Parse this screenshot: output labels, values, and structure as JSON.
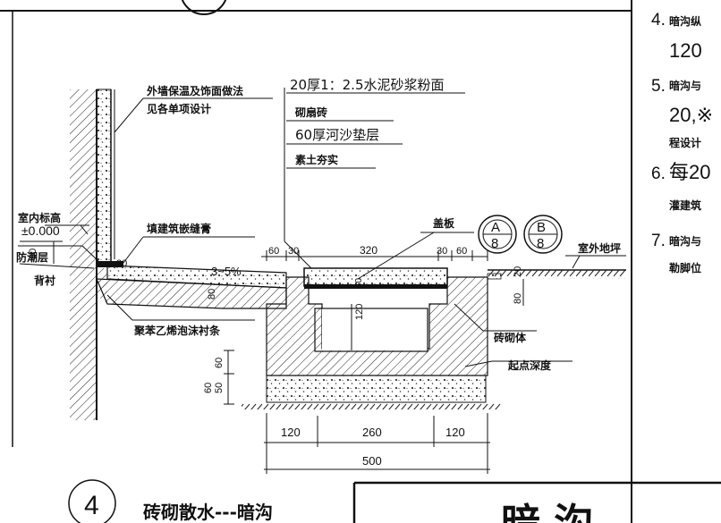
{
  "drawing": {
    "wall_label_1": "外墙保温及饰面做法",
    "wall_label_2": "见各单项设计",
    "floor_level_label": "室内标高",
    "floor_level_value": "±0.000",
    "dim_60_left": "60",
    "dpc_label": "防潮层",
    "backer_label": "背衬",
    "sealant_label": "填建筑嵌缝膏",
    "dim_20_small": "20",
    "slope_label": "3~5%",
    "foam_strip_label": "聚苯乙烯泡沫衬条",
    "dim_80_slab": "80",
    "layers": [
      "20厚1：2.5水泥砂浆粉面",
      "砌扇砖",
      "60厚河沙垫层",
      "素土夯实"
    ],
    "cover_label": "盖板",
    "detail_a_top": "A",
    "detail_a_bottom": "8",
    "detail_b_top": "B",
    "detail_b_bottom": "8",
    "outdoor_label": "室外地坪",
    "top_dims": [
      "60",
      "30",
      "320",
      "30",
      "60"
    ],
    "dim_50_cover": "50",
    "dim_120_inner": "120",
    "dim_80_right": "80",
    "dim_20_right": "20",
    "masonry_label": "砖砌体",
    "start_depth_label": "起点深度",
    "left_dims_vertical": [
      "50",
      "60",
      "60"
    ],
    "bottom_dims": [
      "120",
      "260",
      "120"
    ],
    "bottom_total": "500",
    "detail_number": "4",
    "detail_title": "砖砌散水---暗沟",
    "big_title": "暗  沟"
  },
  "notes": [
    {
      "num": "4.",
      "line1": "暗沟纵",
      "line2": "120"
    },
    {
      "num": "5.",
      "line1": "暗沟与",
      "line2": "20,※",
      "line3": "程设计"
    },
    {
      "num": "6.",
      "line1": "每20",
      "line2": "灌建筑"
    },
    {
      "num": "7.",
      "line1": "暗沟与",
      "line2": "勒脚位"
    }
  ]
}
